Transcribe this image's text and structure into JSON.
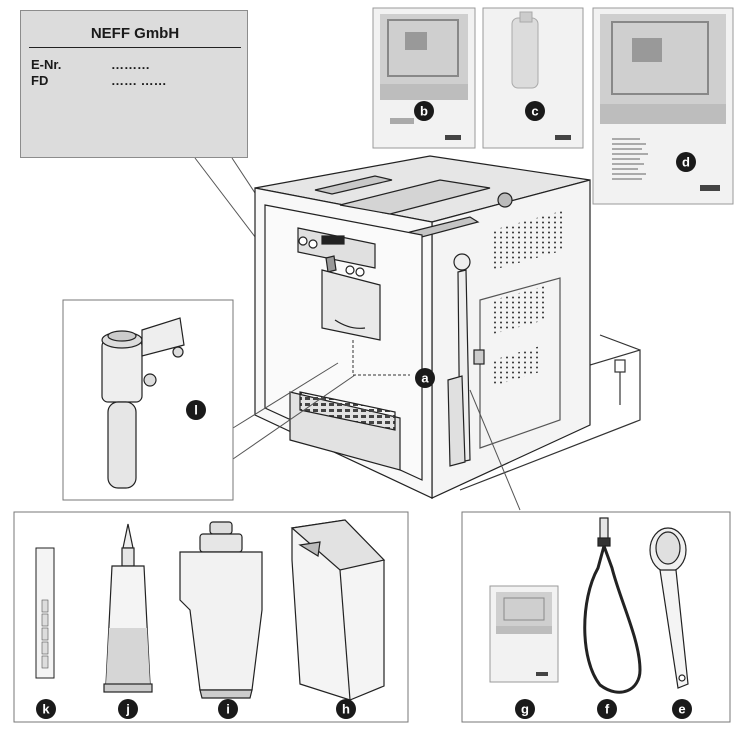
{
  "rating_label": {
    "manufacturer": "NEFF GmbH",
    "rows": [
      {
        "key": "E-Nr.",
        "value": "………"
      },
      {
        "key": "FD",
        "value": "…… ……"
      }
    ]
  },
  "callouts": {
    "a": "a",
    "b": "b",
    "c": "c",
    "d": "d",
    "e": "e",
    "f": "f",
    "g": "g",
    "h": "h",
    "i": "i",
    "j": "j",
    "k": "k",
    "l": "l"
  }
}
